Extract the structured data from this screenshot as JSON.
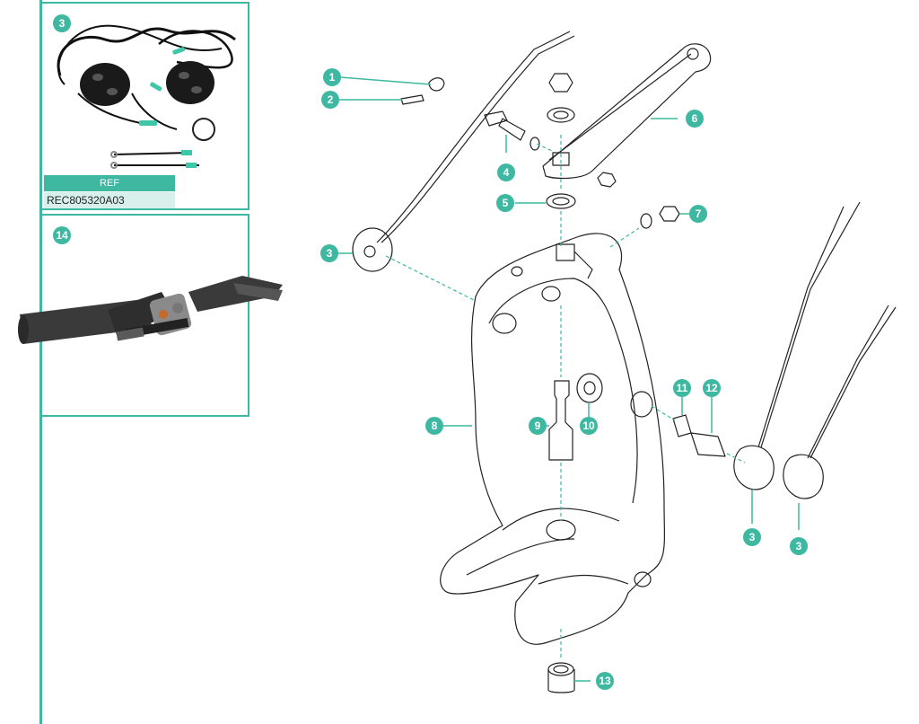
{
  "accent_color": "#3fb8a1",
  "panels": {
    "kit": {
      "badge": "3",
      "ref_header": "REF",
      "ref_value": "REC805320A03"
    },
    "cylinder": {
      "badge": "14"
    }
  },
  "callouts": [
    {
      "id": "1",
      "part": "screw-clip"
    },
    {
      "id": "2",
      "part": "screw"
    },
    {
      "id": "3",
      "part": "sensor"
    },
    {
      "id": "4",
      "part": "bolt"
    },
    {
      "id": "5",
      "part": "washer"
    },
    {
      "id": "6",
      "part": "steering-arm"
    },
    {
      "id": "7",
      "part": "nut"
    },
    {
      "id": "8",
      "part": "swivel-bracket"
    },
    {
      "id": "9",
      "part": "pin"
    },
    {
      "id": "10",
      "part": "washer"
    },
    {
      "id": "11",
      "part": "bushing"
    },
    {
      "id": "12",
      "part": "spring"
    },
    {
      "id": "13",
      "part": "bearing"
    },
    {
      "id": "3",
      "part": "sensor"
    },
    {
      "id": "3",
      "part": "sensor"
    }
  ]
}
